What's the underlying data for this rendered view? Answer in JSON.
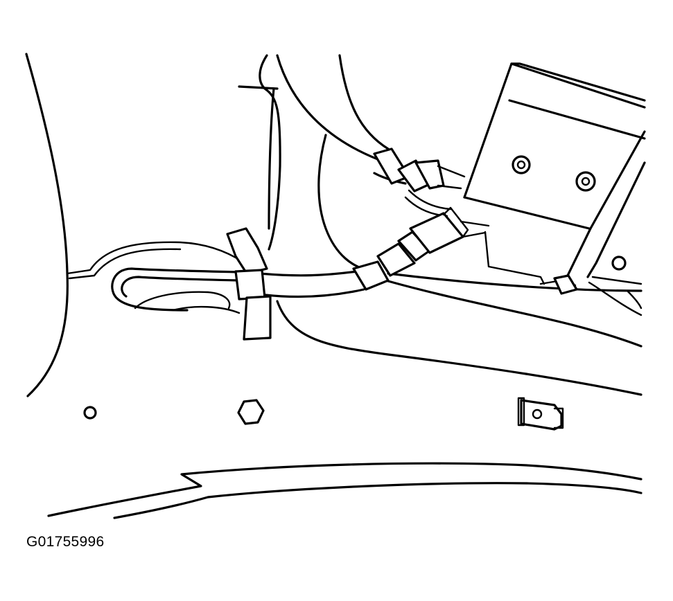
{
  "figure": {
    "id_label": "G01755996"
  },
  "colors": {
    "line": "#000000",
    "background": "#ffffff"
  },
  "parts": [
    "wiring-harness",
    "harness-clip",
    "harness-connector",
    "bracket-plate",
    "mounting-bolt",
    "hex-hole",
    "round-hole",
    "push-pin-retainer"
  ]
}
